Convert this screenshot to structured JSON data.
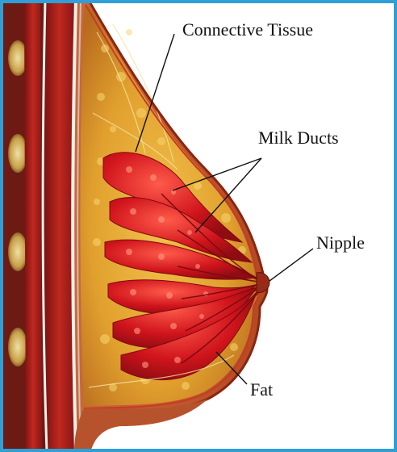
{
  "diagram": {
    "labels": {
      "connective_tissue": "Connective Tissue",
      "milk_ducts": "Milk Ducts",
      "nipple": "Nipple",
      "fat": "Fat"
    },
    "colors": {
      "frame": "#2f9fd6",
      "skin": "#c0502a",
      "fat": "#e0a030",
      "gland": "#c8141e",
      "muscle": "#9e1f1f",
      "rib": "#c9a04a",
      "leader_line": "#111111"
    }
  }
}
